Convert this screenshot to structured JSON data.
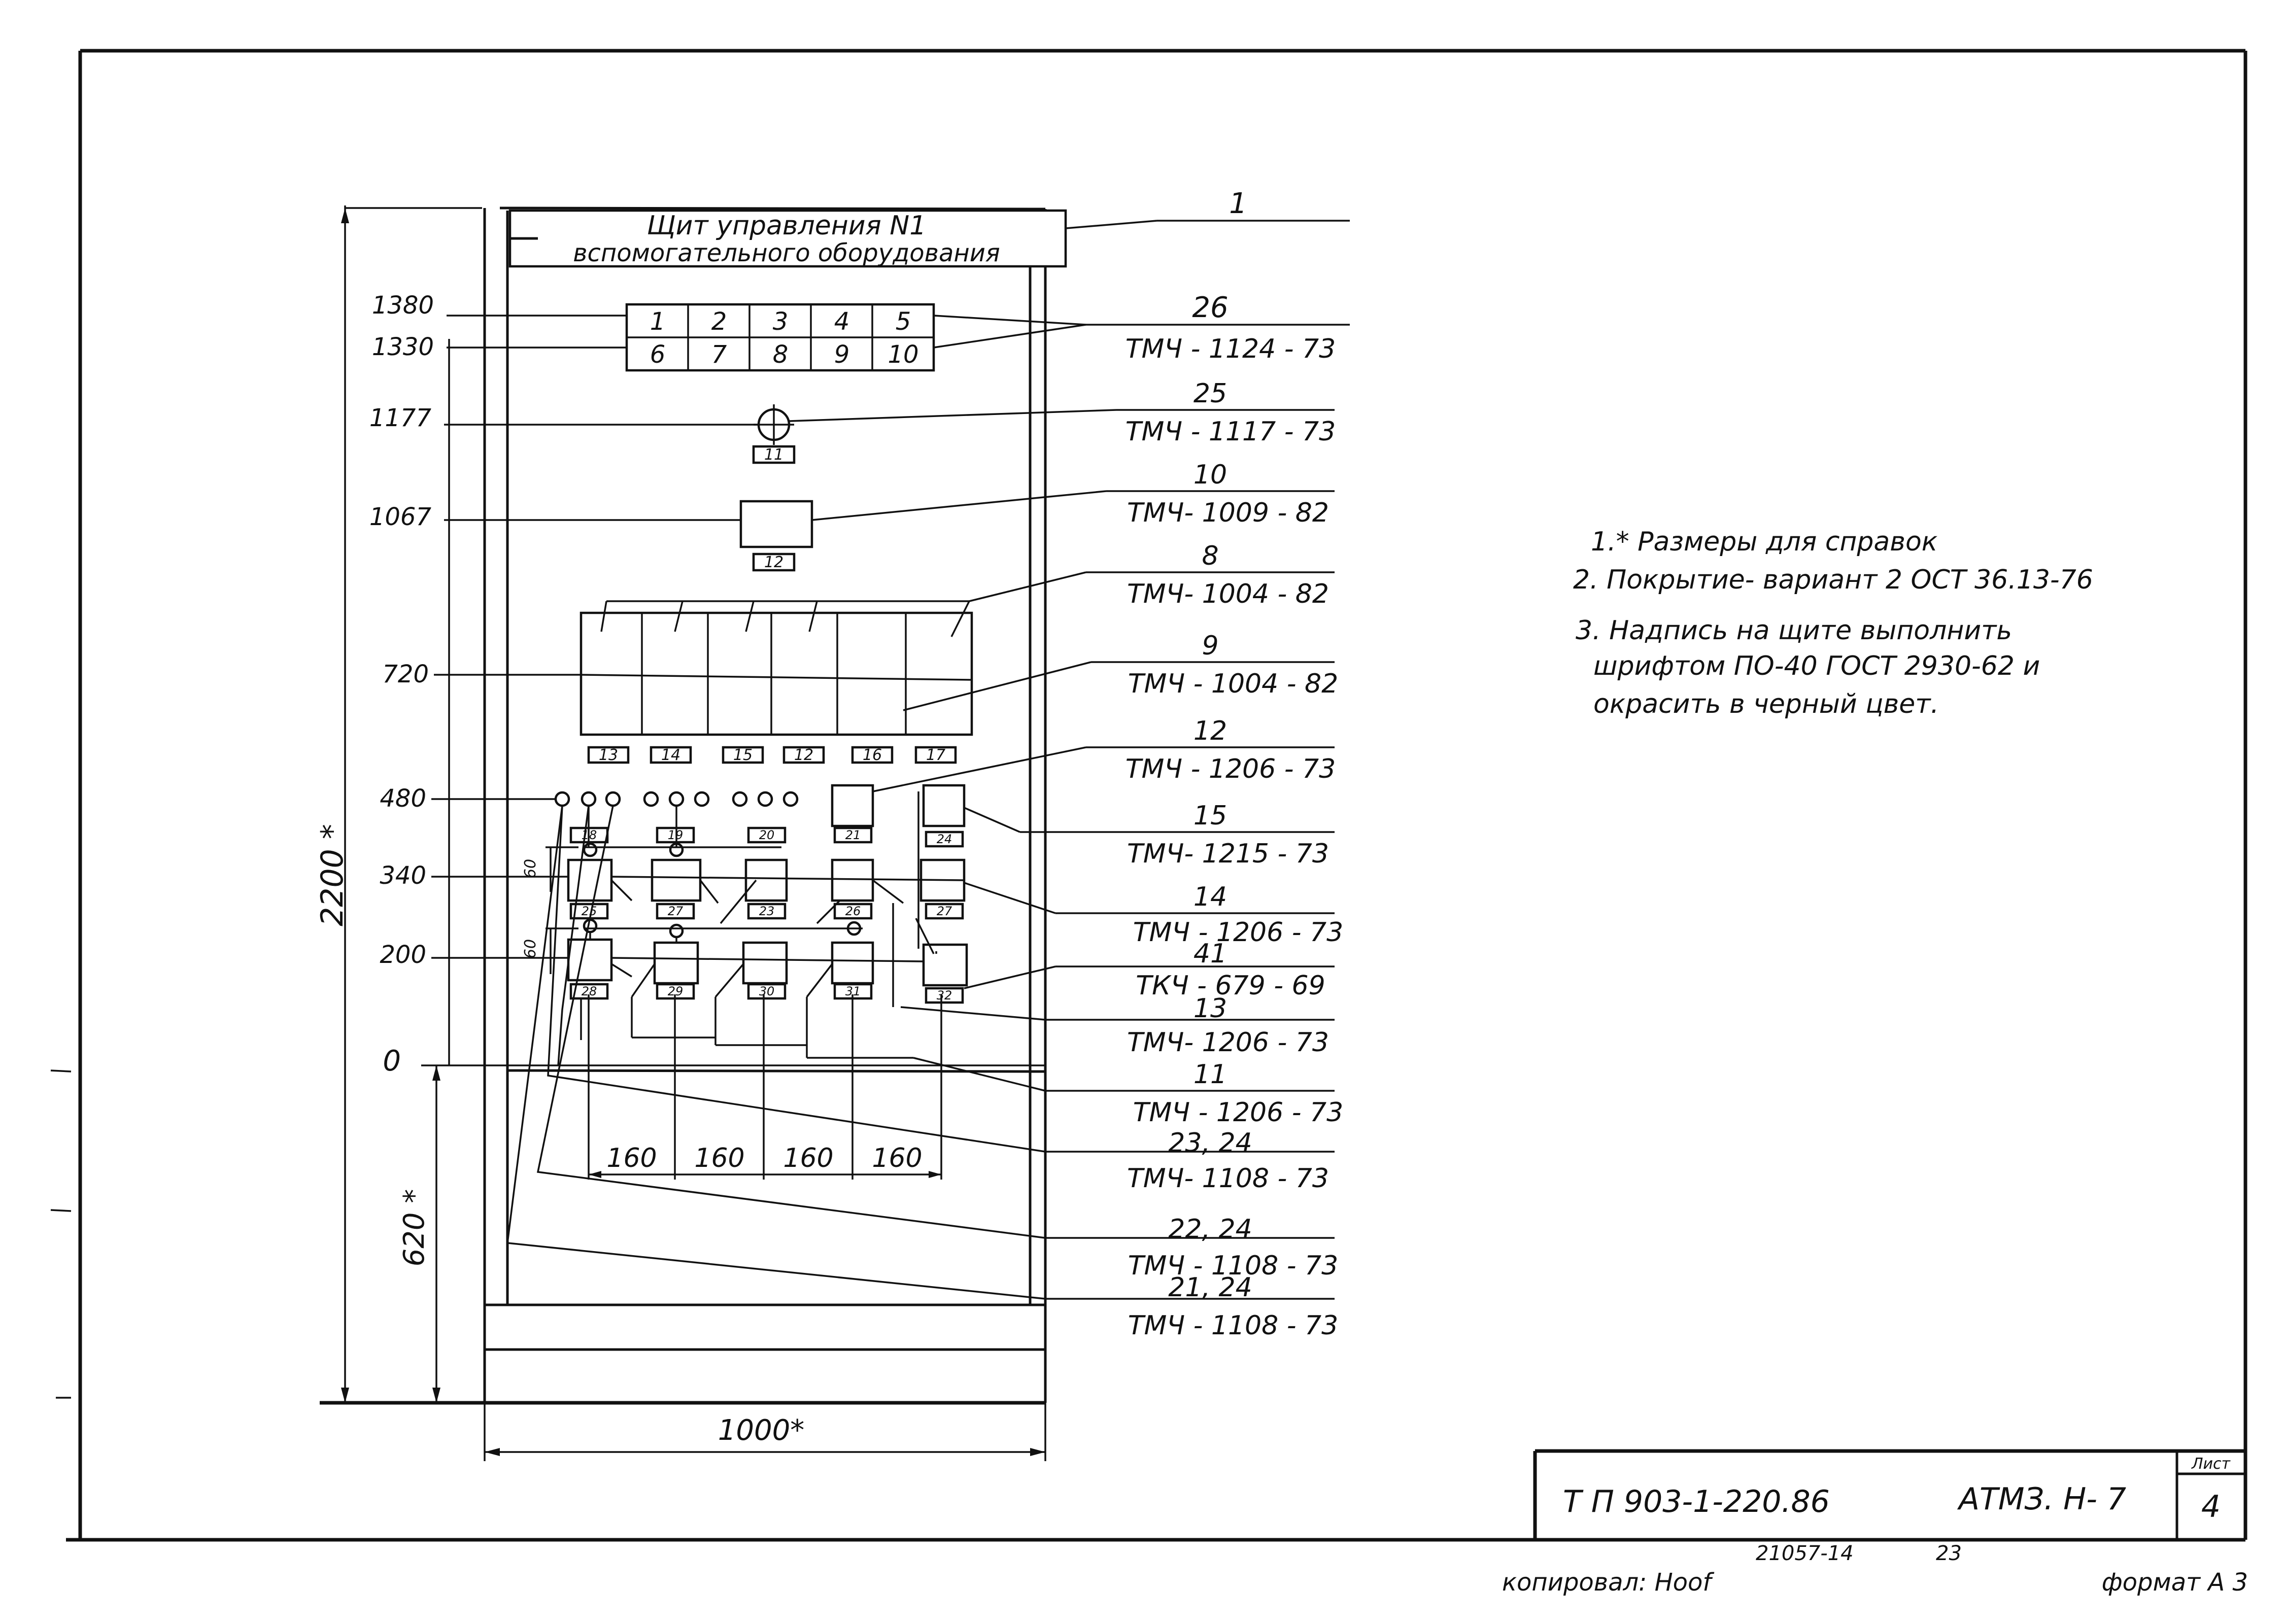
{
  "panel": {
    "title_line1": "Щит управления N1",
    "title_line2": "вспомогательного оборудования"
  },
  "terminal_block": {
    "top": [
      "1",
      "2",
      "3",
      "4",
      "5"
    ],
    "bottom": [
      "6",
      "7",
      "8",
      "9",
      "10"
    ]
  },
  "device_tags": {
    "t11": "11",
    "t12a": "12",
    "row_big": [
      "13",
      "14",
      "15",
      "12",
      "16",
      "17"
    ],
    "row480": [
      "18",
      "19",
      "20",
      "21",
      "24"
    ],
    "row340": [
      "25",
      "27",
      "23",
      "26",
      "27"
    ],
    "row200": [
      "28",
      "29",
      "30",
      "31",
      "32"
    ]
  },
  "elevations": [
    "1380",
    "1330",
    "1177",
    "1067",
    "720",
    "480",
    "340",
    "200",
    "0"
  ],
  "dimensions": {
    "height_total": "2200 *",
    "height_bottom": "620 *",
    "width_total": "1000*",
    "spacing": [
      "160",
      "160",
      "160",
      "160"
    ],
    "gap1": "60",
    "gap2": "60"
  },
  "callouts": [
    {
      "pos": "1",
      "code": ""
    },
    {
      "pos": "26",
      "code": "ТМЧ - 1124 - 73"
    },
    {
      "pos": "25",
      "code": "ТМЧ - 1117 - 73"
    },
    {
      "pos": "10",
      "code": "ТМЧ- 1009 - 82"
    },
    {
      "pos": "8",
      "code": "ТМЧ- 1004 - 82"
    },
    {
      "pos": "9",
      "code": "ТМЧ - 1004 - 82"
    },
    {
      "pos": "12",
      "code": "ТМЧ - 1206 - 73"
    },
    {
      "pos": "15",
      "code": "ТМЧ- 1215 - 73"
    },
    {
      "pos": "14",
      "code": "ТМЧ - 1206 - 73"
    },
    {
      "pos": "41",
      "code": "ТКЧ - 679 - 69"
    },
    {
      "pos": "13",
      "code": "ТМЧ- 1206 - 73"
    },
    {
      "pos": "11",
      "code": "ТМЧ - 1206 - 73"
    },
    {
      "pos": "23, 24",
      "code": "ТМЧ- 1108 - 73"
    },
    {
      "pos": "22, 24",
      "code": "ТМЧ - 1108 - 73"
    },
    {
      "pos": "21, 24",
      "code": "ТМЧ - 1108 - 73"
    }
  ],
  "notes": [
    "1.* Размеры для справок",
    "2. Покрытие- вариант 2 ОСТ 36.13-76",
    "3. Надпись на щите выполнить",
    "шрифтом ПО-40 ГОСТ 2930-62 и",
    "окрасить в черный цвет."
  ],
  "title_block": {
    "doc_number": "Т П  903-1-220.86",
    "doc_code": "АТМЗ. Н- 7",
    "sheet_label": "Лист",
    "sheet_number": "4",
    "archive_number": "21057-14",
    "archive_page": "23",
    "copied_by": "копировал: Hoof",
    "format": "формат А 3"
  }
}
